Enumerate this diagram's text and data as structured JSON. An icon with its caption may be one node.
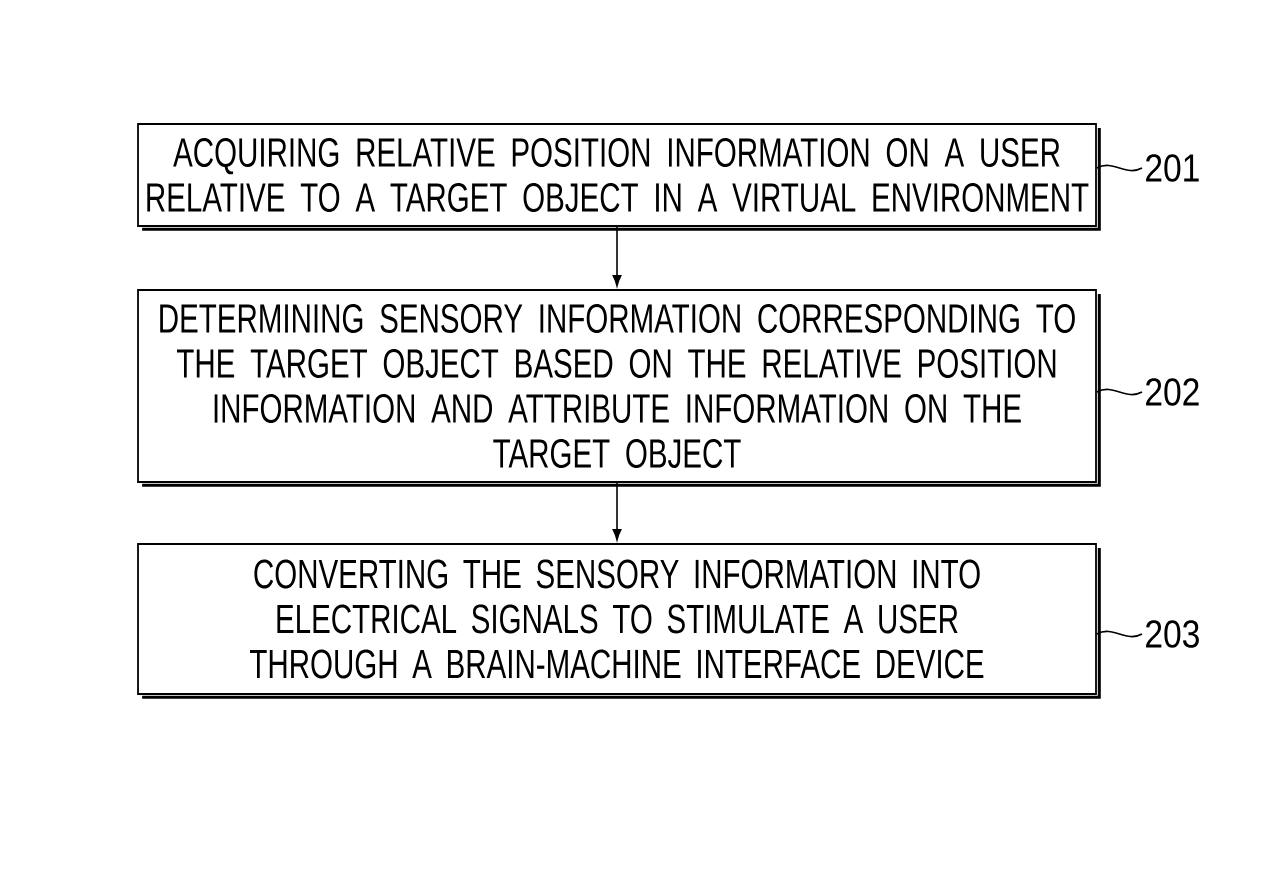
{
  "diagram": {
    "nodes": [
      {
        "text": [
          "ACQUIRING RELATIVE POSITION INFORMATION ON A USER RELATIVE TO A TARGET OBJECT IN A VIRTUAL ENVIRONMENT"
        ]
      },
      {
        "text": [
          "201"
        ]
      },
      {
        "text": [
          "DETERMINING SENSORY INFORMATION CORRESPONDING TO THE TARGET OBJECT BASED ON THE RELATIVE POSITION INFORMATION AND ATTRIBUTE INFORMATION ON THE TARGET OBJECT"
        ]
      },
      {
        "text": [
          "202"
        ]
      },
      {
        "text": [
          "CONVERTING THE SENSORY INFORMATION INTO ELECTRICAL SIGNALS TO STIMULATE A USER THROUGH A BRAIN-MACHINE INTERFACE DEVICE"
        ]
      },
      {
        "text": [
          "203"
        ]
      }
    ],
    "edges": [
      {
        "from": 0,
        "to": 2,
        "arrow": "to"
      },
      {
        "from": 2,
        "to": 4,
        "arrow": "to"
      },
      {
        "from": 1,
        "to": 0,
        "arrow": "none"
      },
      {
        "from": 3,
        "to": 2,
        "arrow": "none"
      },
      {
        "from": 5,
        "to": 4,
        "arrow": "none"
      }
    ]
  }
}
